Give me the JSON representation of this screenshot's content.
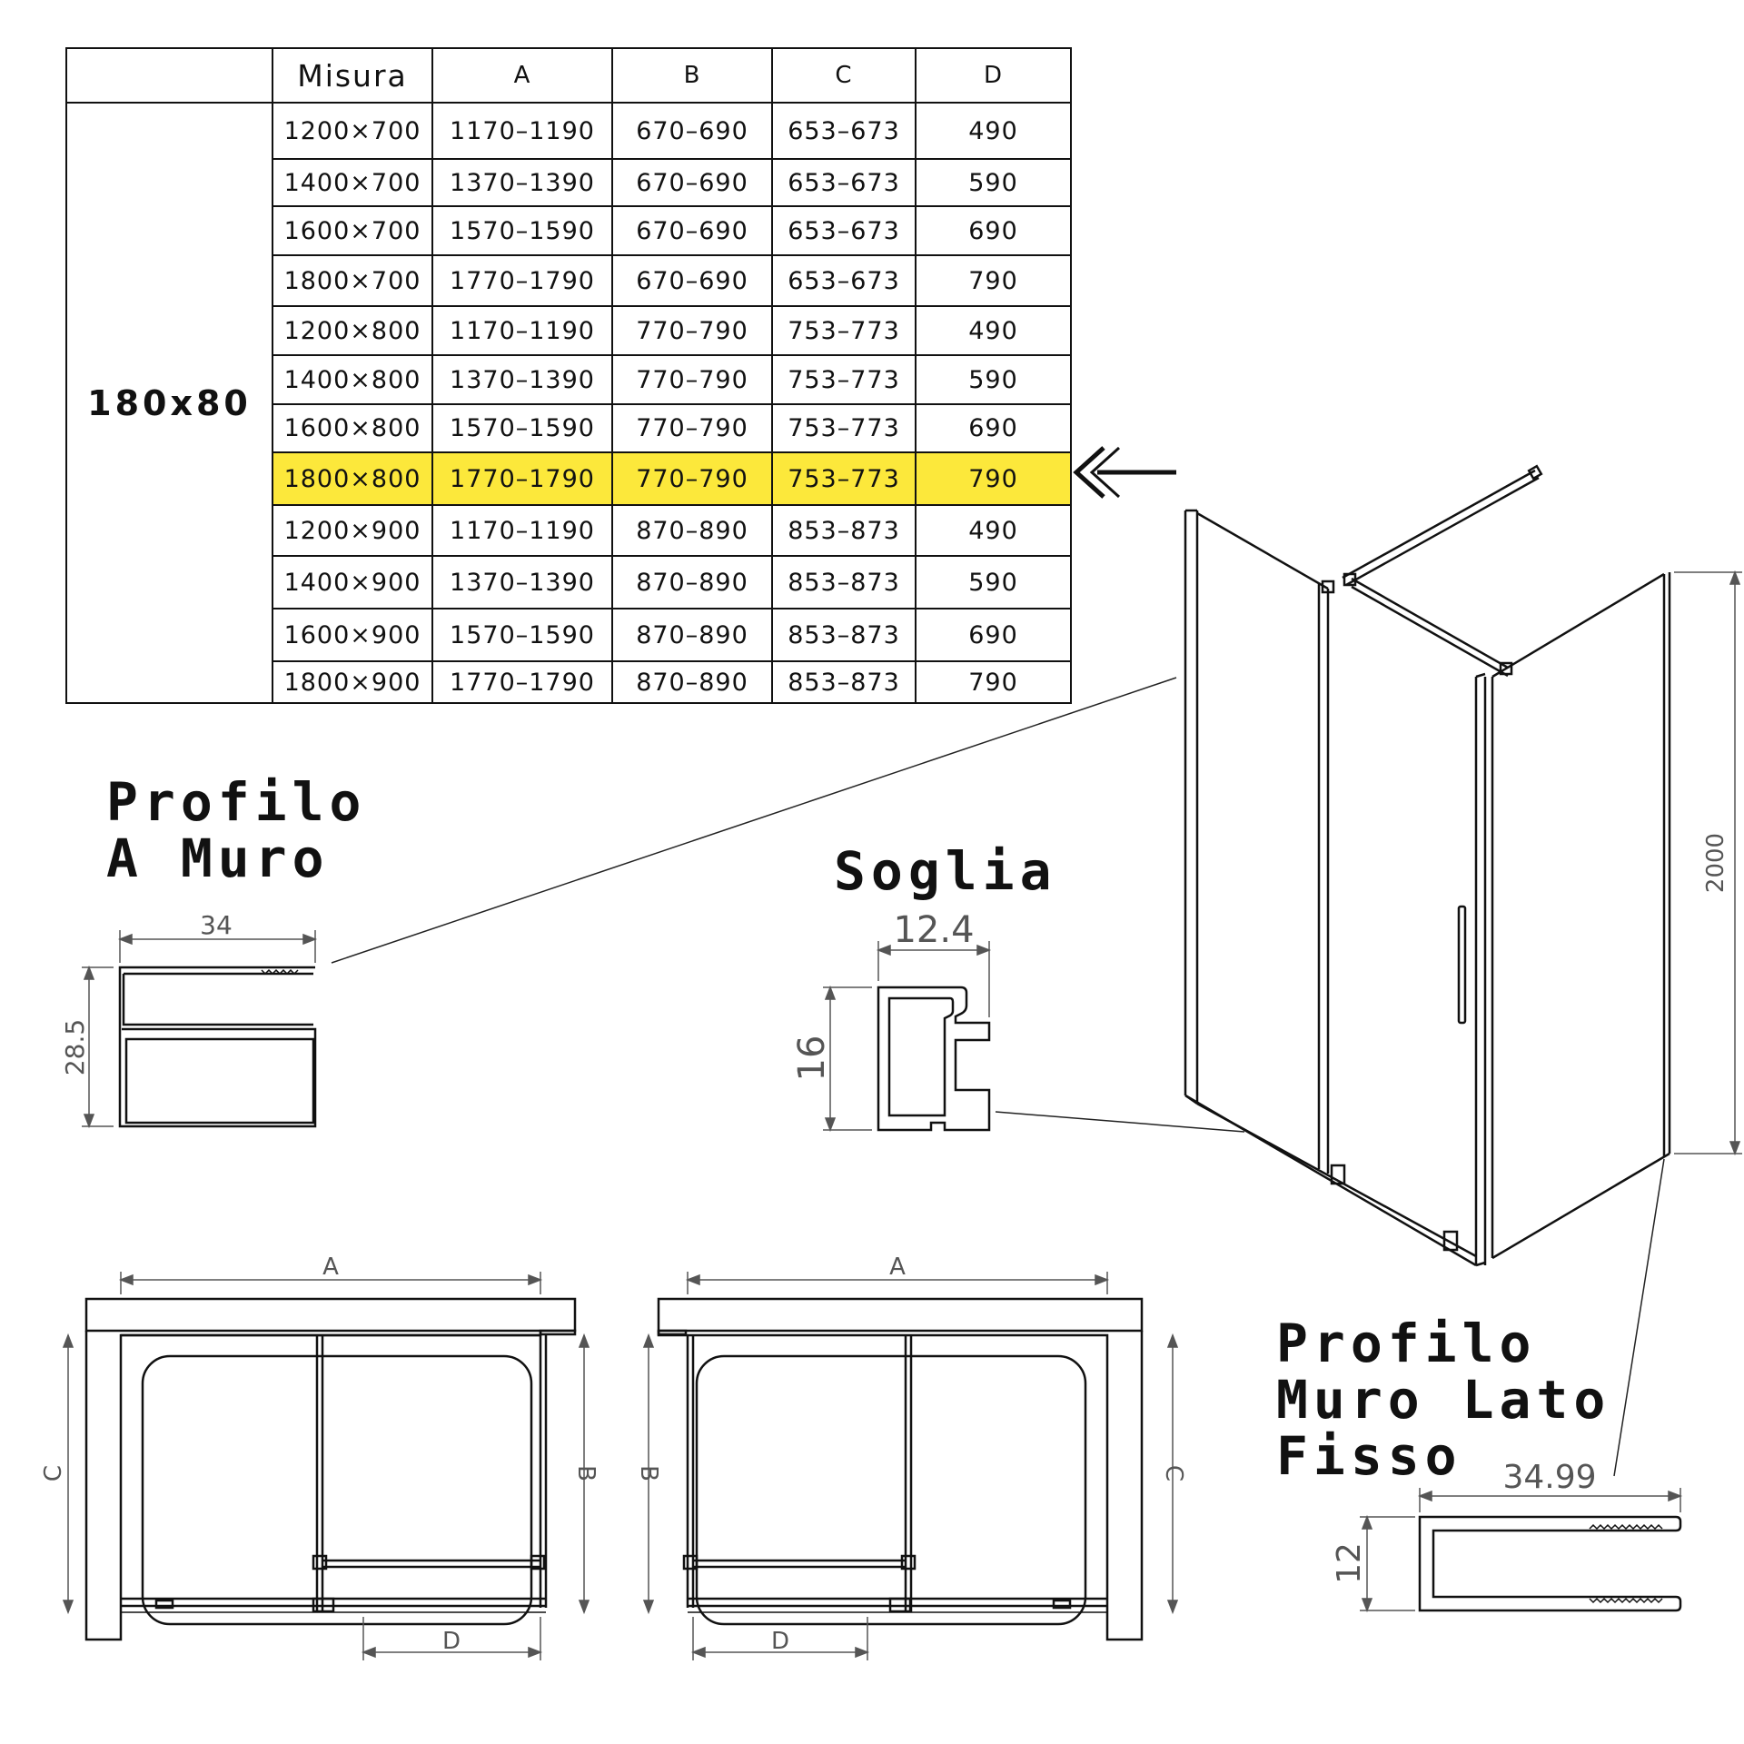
{
  "table": {
    "model": "180x80",
    "headers": [
      "",
      "Misura",
      "A",
      "B",
      "C",
      "D"
    ],
    "highlight_index": 7,
    "highlight_color": "#fce83b",
    "rows": [
      {
        "misura": "1200×700",
        "a": "1170–1190",
        "b": "670–690",
        "c": "653–673",
        "d": "490"
      },
      {
        "misura": "1400×700",
        "a": "1370–1390",
        "b": "670–690",
        "c": "653–673",
        "d": "590"
      },
      {
        "misura": "1600×700",
        "a": "1570–1590",
        "b": "670–690",
        "c": "653–673",
        "d": "690"
      },
      {
        "misura": "1800×700",
        "a": "1770–1790",
        "b": "670–690",
        "c": "653–673",
        "d": "790"
      },
      {
        "misura": "1200×800",
        "a": "1170–1190",
        "b": "770–790",
        "c": "753–773",
        "d": "490"
      },
      {
        "misura": "1400×800",
        "a": "1370–1390",
        "b": "770–790",
        "c": "753–773",
        "d": "590"
      },
      {
        "misura": "1600×800",
        "a": "1570–1590",
        "b": "770–790",
        "c": "753–773",
        "d": "690"
      },
      {
        "misura": "1800×800",
        "a": "1770–1790",
        "b": "770–790",
        "c": "753–773",
        "d": "790"
      },
      {
        "misura": "1200×900",
        "a": "1170–1190",
        "b": "870–890",
        "c": "853–873",
        "d": "490"
      },
      {
        "misura": "1400×900",
        "a": "1370–1390",
        "b": "870–890",
        "c": "853–873",
        "d": "590"
      },
      {
        "misura": "1600×900",
        "a": "1570–1590",
        "b": "870–890",
        "c": "853–873",
        "d": "690"
      },
      {
        "misura": "1800×900",
        "a": "1770–1790",
        "b": "870–890",
        "c": "853–873",
        "d": "790"
      }
    ]
  },
  "arrow_icon": "left-arrow-icon",
  "profiles": {
    "muro": {
      "title_line1": "Profilo",
      "title_line2": "A Muro",
      "width_label": "34",
      "height_label": "28.5"
    },
    "soglia": {
      "title": "Soglia",
      "width_label": "12.4",
      "height_label": "16"
    },
    "lato_fisso": {
      "title_line1": "Profilo",
      "title_line2": "Muro Lato",
      "title_line3": "Fisso",
      "width_label": "34.99",
      "height_label": "12"
    }
  },
  "shower": {
    "height_label": "2000"
  },
  "plans": {
    "left": {
      "a_label": "A",
      "b_label": "B",
      "c_label": "C",
      "d_label": "D"
    },
    "right": {
      "a_label": "A",
      "b_label": "B",
      "c_label": "C",
      "d_label": "D"
    }
  }
}
